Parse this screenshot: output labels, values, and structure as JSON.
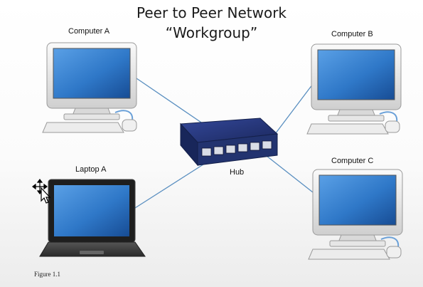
{
  "title": {
    "line1": "Peer to Peer Network",
    "line2": "“Workgroup”"
  },
  "nodes": {
    "computer_a": "Computer A",
    "computer_b": "Computer B",
    "computer_c": "Computer C",
    "laptop_a": "Laptop A",
    "hub": "Hub"
  },
  "figure_caption": "Figure 1.1",
  "colors": {
    "screen_blue": "#2f78c8",
    "hub_blue": "#1f2f6b",
    "cable": "#5a8fc0"
  },
  "icons": [
    "move-cursor-icon"
  ]
}
